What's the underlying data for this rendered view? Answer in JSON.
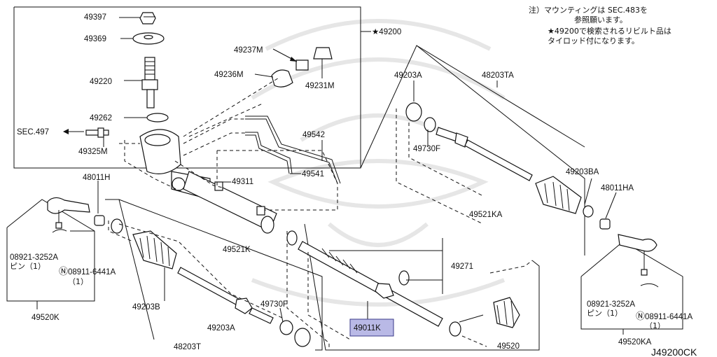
{
  "notes": {
    "line1": "注）マウンティングは SEC.483を",
    "line2": "参照願います。",
    "line3": "★49200で検索されるリビルト品は",
    "line4": "タイロッド付になります。"
  },
  "labels": {
    "p49397": "49397",
    "p49369": "49369",
    "p49220": "49220",
    "p49262": "49262",
    "sec497": "SEC.497",
    "p49325m": "49325M",
    "p49200": "★49200",
    "p49237m": "49237M",
    "p49236m": "49236M",
    "p49231m": "49231M",
    "p49542": "49542",
    "p49541": "49541",
    "p49311": "49311",
    "p48011h": "48011H",
    "p08921_l": "08921-3252A",
    "pin_l": "ピン（1）",
    "p08911_l": "08911-6441A",
    "qty_l": "（1）",
    "p49520k": "49520K",
    "p49203b": "49203B",
    "p48203t": "48203T",
    "p49521k": "49521K",
    "p49730f_l": "49730F",
    "p49203a_l": "49203A",
    "p49203a_r": "49203A",
    "p48203ta": "48203TA",
    "p49730f_r": "49730F",
    "p49203ba": "49203BA",
    "p48011ha": "48011HA",
    "p49521ka": "49521KA",
    "p49271": "49271",
    "p49011k": "49011K",
    "p49520": "49520",
    "p08921_r": "08921-3252A",
    "pin_r": "ピン（1）",
    "p08911_r": "08911-6441A",
    "qty_r": "（1）",
    "p49520ka": "49520KA",
    "figure_id": "J49200CK"
  },
  "colors": {
    "highlight": "#b9b9e6",
    "line": "#111111",
    "watermark": "#e6e6e6"
  }
}
